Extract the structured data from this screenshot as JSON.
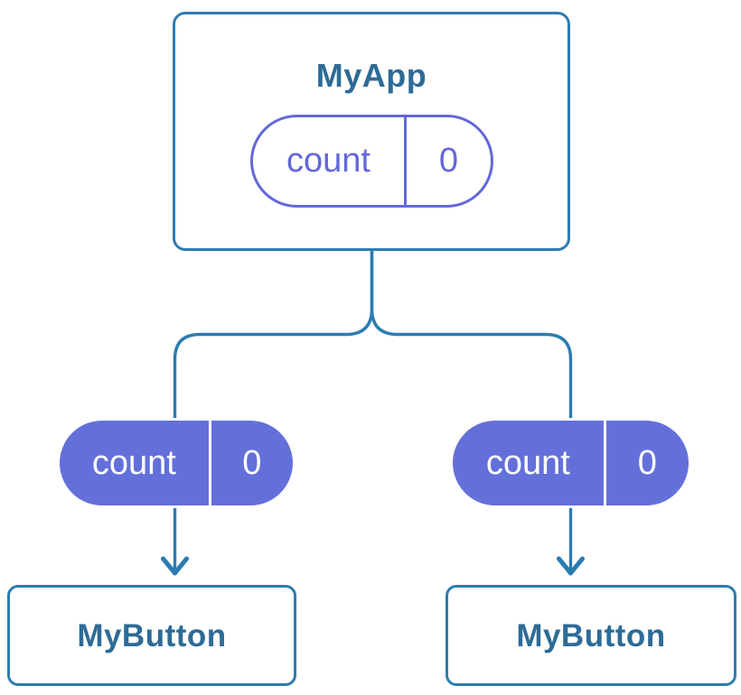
{
  "diagram": {
    "root": {
      "title": "MyApp",
      "state": {
        "label": "count",
        "value": "0"
      }
    },
    "children": [
      {
        "title": "MyButton",
        "state": {
          "label": "count",
          "value": "0"
        }
      },
      {
        "title": "MyButton",
        "state": {
          "label": "count",
          "value": "0"
        }
      }
    ]
  },
  "colors": {
    "line_blue": "#2b7cb1",
    "border_blue": "#2e7cae",
    "title_blue": "#2d6b97",
    "pill_purple": "#6470da",
    "pill_outline_purple": "#6368d8",
    "card_bg": "#ffffff"
  }
}
